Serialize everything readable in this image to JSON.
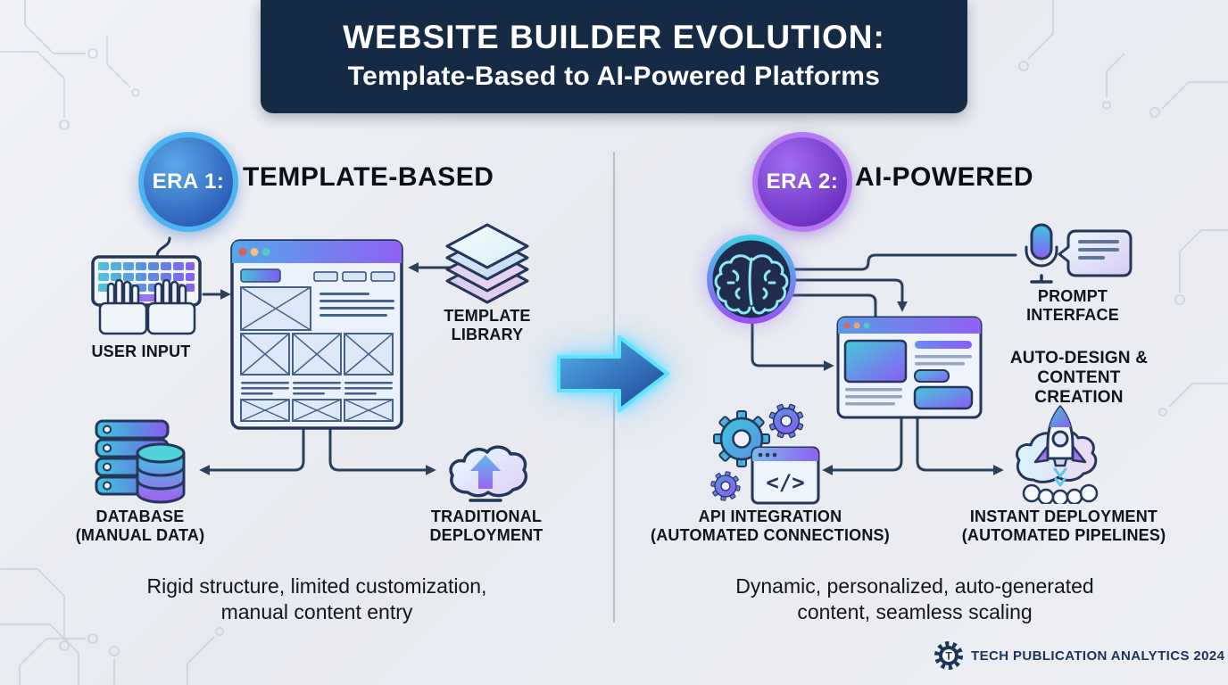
{
  "header": {
    "title": "WEBSITE BUILDER EVOLUTION:",
    "subtitle": "Template-Based to AI-Powered Platforms"
  },
  "era1": {
    "badge": "ERA 1:",
    "heading": "TEMPLATE-BASED",
    "labels": {
      "user_input": "USER INPUT",
      "template_library": [
        "TEMPLATE",
        "LIBRARY"
      ],
      "database": [
        "DATABASE",
        "(MANUAL DATA)"
      ],
      "traditional_deployment": [
        "TRADITIONAL",
        "DEPLOYMENT"
      ]
    },
    "caption": [
      "Rigid structure, limited customization,",
      "manual content entry"
    ]
  },
  "era2": {
    "badge": "ERA 2:",
    "heading": "AI-POWERED",
    "labels": {
      "prompt_interface": [
        "PROMPT",
        "INTERFACE"
      ],
      "auto_design": [
        "AUTO-DESIGN &",
        "CONTENT CREATION"
      ],
      "api_integration": [
        "API INTEGRATION",
        "(AUTOMATED CONNECTIONS)"
      ],
      "instant_deployment": [
        "INSTANT DEPLOYMENT",
        "(AUTOMATED PIPELINES)"
      ]
    },
    "caption": [
      "Dynamic, personalized, auto-generated",
      "content, seamless scaling"
    ]
  },
  "footer": {
    "credit": "TECH PUBLICATION ANALYTICS 2024",
    "logo_letter": "T"
  },
  "icons": {
    "keyboard": "keyboard-hands-icon",
    "browser_wireframe": "browser-wireframe-icon",
    "template_stack": "template-stack-icon",
    "database": "database-icon",
    "cloud_upload": "cloud-upload-icon",
    "transition_arrow": "transition-arrow-icon",
    "brain": "ai-brain-icon",
    "microphone": "microphone-icon",
    "speech_bubble": "speech-bubble-icon",
    "ai_browser": "ai-browser-icon",
    "gears_code": "gears-code-icon",
    "rocket_cloud": "rocket-cloud-icon",
    "gear_logo": "gear-logo-icon",
    "code_glyph": "</>"
  },
  "colors": {
    "header_bg": "#152a45",
    "era1_badge": "#2f6fc6",
    "era1_ring": "#4db4f4",
    "era2_badge": "#7a3fe0",
    "era2_ring": "#b678f2",
    "accent_teal": "#3ec6e0",
    "accent_purple": "#8a5cf6",
    "line_navy": "#2b3f5a",
    "glow_cyan": "#58e2ff"
  }
}
